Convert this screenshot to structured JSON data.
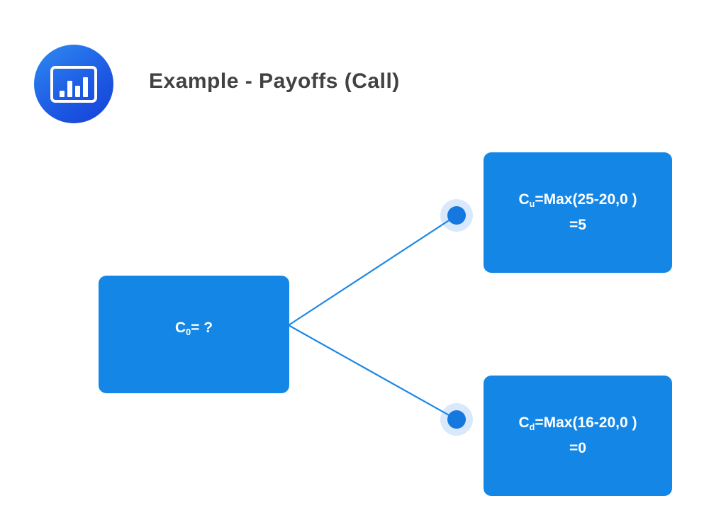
{
  "header": {
    "title": "Example - Payoffs (Call)",
    "logo": {
      "icon": "bar-chart-icon"
    }
  },
  "colors": {
    "node_fill": "#1486E6",
    "connector_line": "#1E88E5",
    "dot_fill": "#1478DE",
    "dot_halo": "#D9E9FB",
    "title_text": "#414243",
    "node_text": "#FFFFFF",
    "logo_gradient_start": "#2F8BF2",
    "logo_gradient_end": "#1440D8"
  },
  "tree": {
    "root": {
      "symbol": "C",
      "subscript": "0",
      "equation": "= ?"
    },
    "up": {
      "symbol": "C",
      "subscript": "u",
      "equation": "=Max(25-20,0 )",
      "result": "=5"
    },
    "down": {
      "symbol": "C",
      "subscript": "d",
      "equation": "=Max(16-20,0 )",
      "result": "=0"
    }
  }
}
